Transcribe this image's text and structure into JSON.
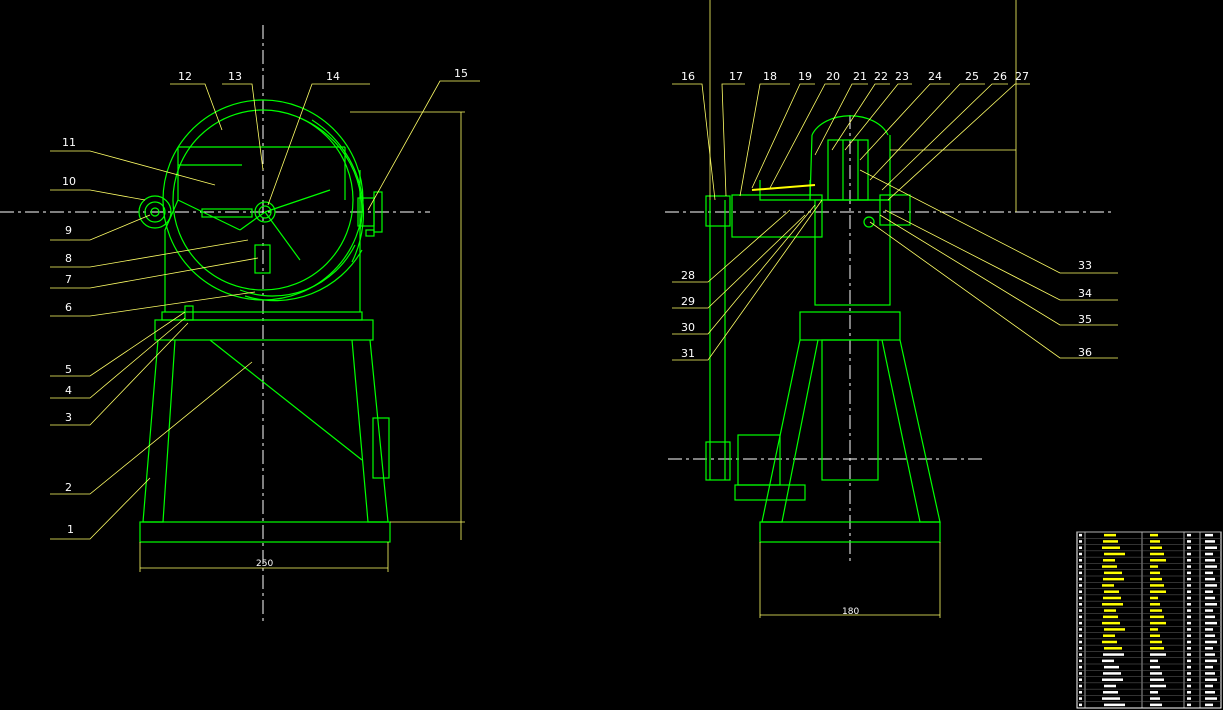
{
  "colors": {
    "background": "#000000",
    "outline": "#00ff00",
    "leader": "#ffff66",
    "centerline": "#ffffff",
    "label": "#ffffff",
    "highlight": "#ffff00"
  },
  "front_view": {
    "part_numbers": [
      "1",
      "2",
      "3",
      "4",
      "5",
      "6",
      "7",
      "8",
      "9",
      "10",
      "11",
      "12",
      "13",
      "14",
      "15"
    ],
    "width_dimension": "250"
  },
  "side_view": {
    "part_numbers": [
      "16",
      "17",
      "18",
      "19",
      "20",
      "21",
      "22",
      "23",
      "24",
      "25",
      "26",
      "27",
      "28",
      "29",
      "30",
      "31",
      "33",
      "34",
      "35",
      "36"
    ],
    "width_dimension": "180"
  }
}
